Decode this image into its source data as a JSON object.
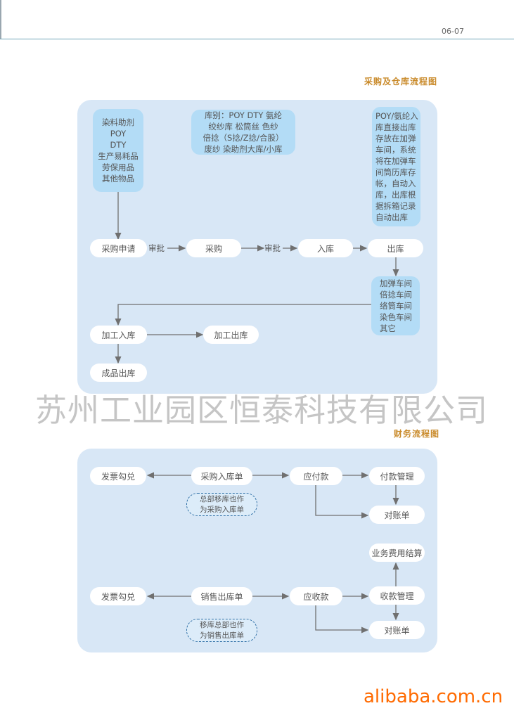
{
  "page_number": "06-07",
  "section1": {
    "title": "采购及仓库流程图",
    "materials": [
      "染料助剂",
      "POY",
      "DTY",
      "生产易耗品",
      "劳保用品",
      "其他物品"
    ],
    "warehouse_types": [
      "库别：POY DTY 氨纶",
      "绞纱库 松筒丝 色纱",
      "倍捻（S捻/Z捻/合股）",
      "废纱 染助剂大库/小库"
    ],
    "note": [
      "POY/氨纶入",
      "库直接出库",
      "存放在加弹",
      "车间，系统",
      "将在加弹车",
      "间筒历库存",
      "帐，自动入",
      "库，出库根",
      "据拆箱记录",
      "自动出库"
    ],
    "nodes": {
      "purchase_request": "采购申请",
      "purchase": "采购",
      "stock_in": "入库",
      "stock_out": "出库",
      "process_in": "加工入库",
      "process_out": "加工出库",
      "finished_out": "成品出库"
    },
    "approve1": "审批",
    "approve2": "审批",
    "workshops": [
      "加弹车间",
      "倍捻车间",
      "络筒车间",
      "染色车间",
      "其它"
    ]
  },
  "watermark": "苏州工业园区恒泰科技有限公司",
  "section2": {
    "title": "财务流程图",
    "invoice1": "发票勾兑",
    "purchase_in_order": "采购入库单",
    "payable": "应付款",
    "payment_mgmt": "付款管理",
    "reconcile1": "对账单",
    "note1": [
      "总部移库也作",
      "为采购入库单"
    ],
    "expense_settle": "业务费用结算",
    "invoice2": "发票勾兑",
    "sales_out_order": "销售出库单",
    "receivable": "应收款",
    "collection_mgmt": "收款管理",
    "reconcile2": "对账单",
    "note2": [
      "移库总部也作",
      "为销售出库单"
    ]
  },
  "footer_logo": "alibaba.com.cn"
}
